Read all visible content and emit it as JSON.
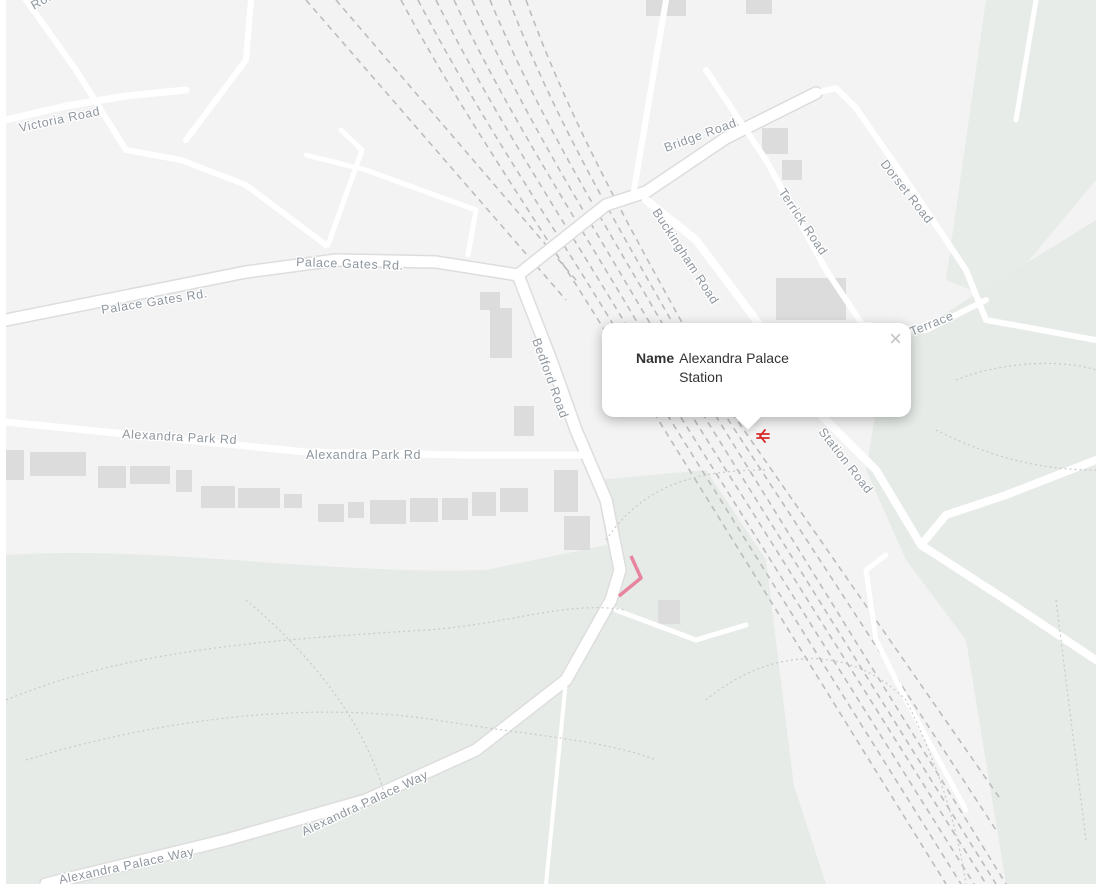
{
  "map": {
    "roads": {
      "victoria_road": "Victoria Road",
      "palace_gates_west": "Palace Gates Rd.",
      "palace_gates_east": "Palace Gates Rd.",
      "bridge_road": "Bridge Road",
      "buckingham_road": "Buckingham Road",
      "terrick_road": "Terrick Road",
      "dorset_road": "Dorset Road",
      "terrace": "Terrace",
      "bedford_road": "Bedford Road",
      "alexandra_park_west": "Alexandra Park Rd",
      "alexandra_park_east": "Alexandra Park Rd",
      "station_road": "Station Road",
      "alexandra_palace_way_upper": "Alexandra Palace Way",
      "alexandra_palace_way_lower": "Alexandra Palace Way",
      "road_partial_topleft": "Road"
    },
    "colors": {
      "background": "#f3f3f3",
      "parkland": "#e6ebe7",
      "roads": "#ffffff",
      "road_outline": "#d9d9d9",
      "railway": "#bcbcbc",
      "buildings": "#dcdcdc",
      "station_marker": "#d62b2b",
      "path_highlight": "#e7849e"
    }
  },
  "popup": {
    "property_key": "Name",
    "property_value": "Alexandra Palace Station",
    "close_symbol": "×"
  },
  "station_marker_icon": "national-rail-icon"
}
